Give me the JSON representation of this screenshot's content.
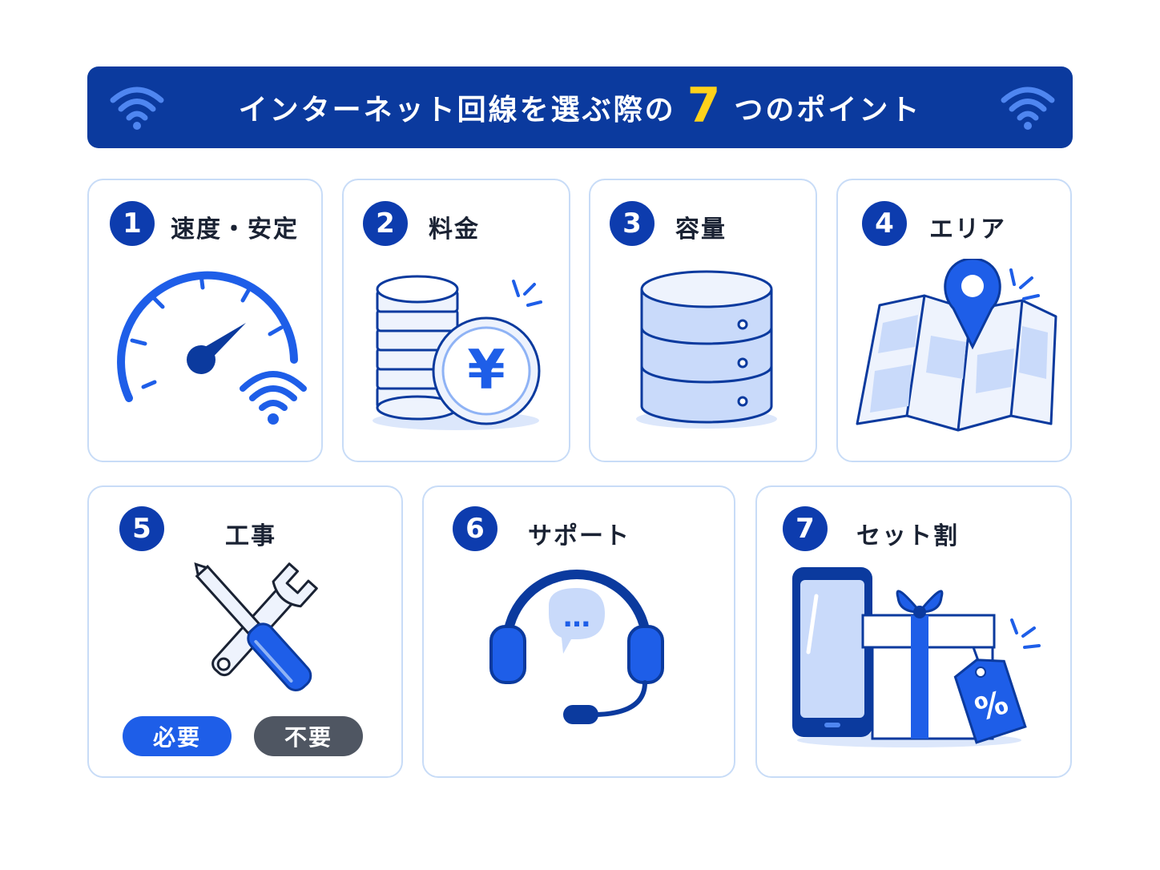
{
  "header": {
    "title_before": "インターネット回線を選ぶ際の",
    "title_number": "7",
    "title_after": "つのポイント",
    "icons": [
      "wifi-icon",
      "wifi-icon"
    ]
  },
  "colors": {
    "navy": "#0b3a9e",
    "accent_yellow": "#ffd21a",
    "blue": "#1e5ee8",
    "light_blue": "#c9dafa",
    "card_border": "#c8dcf7",
    "gray_pill": "#4f5662"
  },
  "points": [
    {
      "num": "1",
      "label": "速度・安定",
      "icon": "speedometer-icon"
    },
    {
      "num": "2",
      "label": "料金",
      "icon": "yen-coins-icon",
      "coin_symbol": "¥"
    },
    {
      "num": "3",
      "label": "容量",
      "icon": "database-icon"
    },
    {
      "num": "4",
      "label": "エリア",
      "icon": "map-pin-icon"
    },
    {
      "num": "5",
      "label": "工事",
      "icon": "tools-icon",
      "options": [
        "必要",
        "不要"
      ]
    },
    {
      "num": "6",
      "label": "サポート",
      "icon": "headset-icon",
      "bubble_text": "…"
    },
    {
      "num": "7",
      "label": "セット割",
      "icon": "phone-gift-icon",
      "tag_text": "%"
    }
  ]
}
